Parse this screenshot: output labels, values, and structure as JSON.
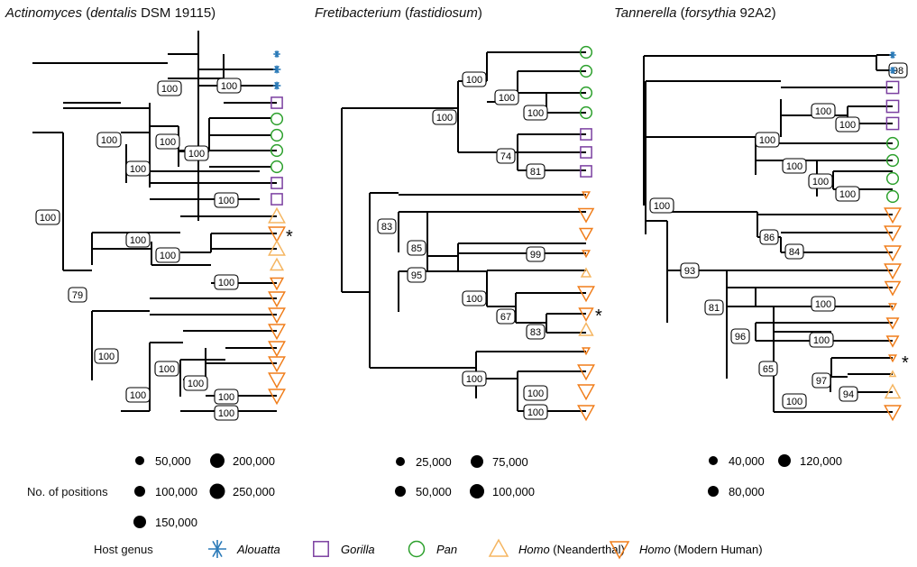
{
  "colors": {
    "alouatta": "#2a7ab8",
    "gorilla": "#7b3fa0",
    "pan": "#2ca02c",
    "homo_neanderthal": "#f5b560",
    "homo_modern": "#f07d1a",
    "branch": "#000000"
  },
  "panels": [
    {
      "title_genus": "Actinomyces",
      "title_species": "dentalis",
      "title_strain": " DSM 19115",
      "support_labels": [
        "100",
        "100",
        "100",
        "100",
        "100",
        "100",
        "100",
        "100",
        "100",
        "100",
        "100",
        "79",
        "100",
        "100",
        "100",
        "100",
        "100",
        "100"
      ],
      "tips": [
        "alouatta",
        "alouatta",
        "alouatta",
        "gorilla",
        "pan",
        "pan",
        "pan",
        "pan",
        "gorilla",
        "gorilla",
        "homo_neanderthal",
        "homo_modern",
        "homo_neanderthal",
        "homo_neanderthal",
        "homo_modern",
        "homo_modern",
        "homo_modern",
        "homo_modern",
        "homo_modern",
        "homo_modern",
        "homo_modern",
        "homo_modern"
      ],
      "marked_tip": "*",
      "size_legend": [
        "50,000",
        "200,000",
        "100,000",
        "250,000",
        "150,000"
      ]
    },
    {
      "title_genus": "Fretibacterium",
      "title_species": "fastidiosum",
      "title_strain": "",
      "support_labels": [
        "100",
        "100",
        "100",
        "74",
        "81",
        "100",
        "83",
        "85",
        "99",
        "95",
        "100",
        "67",
        "83",
        "100",
        "100",
        "100"
      ],
      "tips": [
        "pan",
        "pan",
        "pan",
        "pan",
        "gorilla",
        "gorilla",
        "gorilla",
        "homo_modern",
        "homo_modern",
        "homo_modern",
        "homo_modern",
        "homo_neanderthal",
        "homo_modern",
        "homo_modern",
        "homo_neanderthal",
        "homo_modern",
        "homo_modern",
        "homo_modern",
        "homo_modern"
      ],
      "marked_tip": "*",
      "size_legend": [
        "25,000",
        "75,000",
        "50,000",
        "100,000"
      ]
    },
    {
      "title_genus": "Tannerella",
      "title_species": "forsythia",
      "title_strain": " 92A2",
      "support_labels": [
        "98",
        "100",
        "100",
        "100",
        "100",
        "100",
        "100",
        "100",
        "86",
        "84",
        "93",
        "81",
        "100",
        "96",
        "100",
        "65",
        "97",
        "94",
        "100"
      ],
      "tips": [
        "alouatta",
        "alouatta",
        "gorilla",
        "gorilla",
        "gorilla",
        "pan",
        "pan",
        "pan",
        "pan",
        "homo_modern",
        "homo_modern",
        "homo_modern",
        "homo_modern",
        "homo_modern",
        "homo_modern",
        "homo_modern",
        "homo_modern",
        "homo_modern",
        "homo_neanderthal",
        "homo_neanderthal",
        "homo_modern"
      ],
      "marked_tip": "*",
      "size_legend": [
        "40,000",
        "120,000",
        "80,000"
      ]
    }
  ],
  "legend": {
    "positions_label": "No. of positions",
    "host_label": "Host genus",
    "hosts": [
      {
        "key": "alouatta",
        "name": "Alouatta",
        "suffix": ""
      },
      {
        "key": "gorilla",
        "name": "Gorilla",
        "suffix": ""
      },
      {
        "key": "pan",
        "name": "Pan",
        "suffix": ""
      },
      {
        "key": "homo_neanderthal",
        "name": "Homo",
        "suffix": " (Neanderthal)"
      },
      {
        "key": "homo_modern",
        "name": "Homo",
        "suffix": " (Modern Human)"
      }
    ]
  }
}
